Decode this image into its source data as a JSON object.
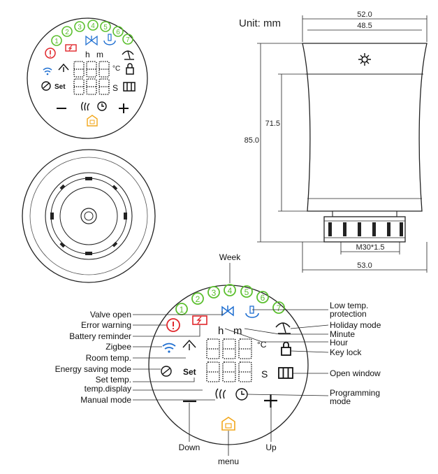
{
  "unit_label": "Unit: mm",
  "dimensions": {
    "top_width": "52.0",
    "inner_width": "48.5",
    "body_height": "71.5",
    "total_height": "85.0",
    "thread": "M30*1.5",
    "bottom_width": "53.0"
  },
  "display": {
    "week_days": [
      "1",
      "2",
      "3",
      "4",
      "5",
      "6",
      "7"
    ],
    "set_text": "Set",
    "celsius": "°C",
    "hour_glyph": "h",
    "minute_glyph": "m",
    "s_glyph": "S"
  },
  "labels": {
    "week": "Week",
    "valve_open": "Valve open",
    "error_warning": "Error warning",
    "battery_reminder": "Battery reminder",
    "zigbee": "Zigbee",
    "room_temp": "Room temp.",
    "energy_saving": "Energy saving mode",
    "set_temp": "Set temp.",
    "temp_display": "temp.display",
    "manual_mode": "Manual mode",
    "low_temp_1": "Low temp.",
    "low_temp_2": "protection",
    "holiday_mode": "Holiday mode",
    "minute": "Minute",
    "hour": "Hour",
    "key_lock": "Key lock",
    "open_window": "Open window",
    "programming_1": "Programming",
    "programming_2": "mode",
    "down": "Down",
    "up": "Up",
    "menu": "menu"
  },
  "colors": {
    "week_green": "#5bbf2e",
    "error_red": "#e0262b",
    "valve_blue": "#1f6fd1",
    "menu_orange": "#f2a71b"
  }
}
